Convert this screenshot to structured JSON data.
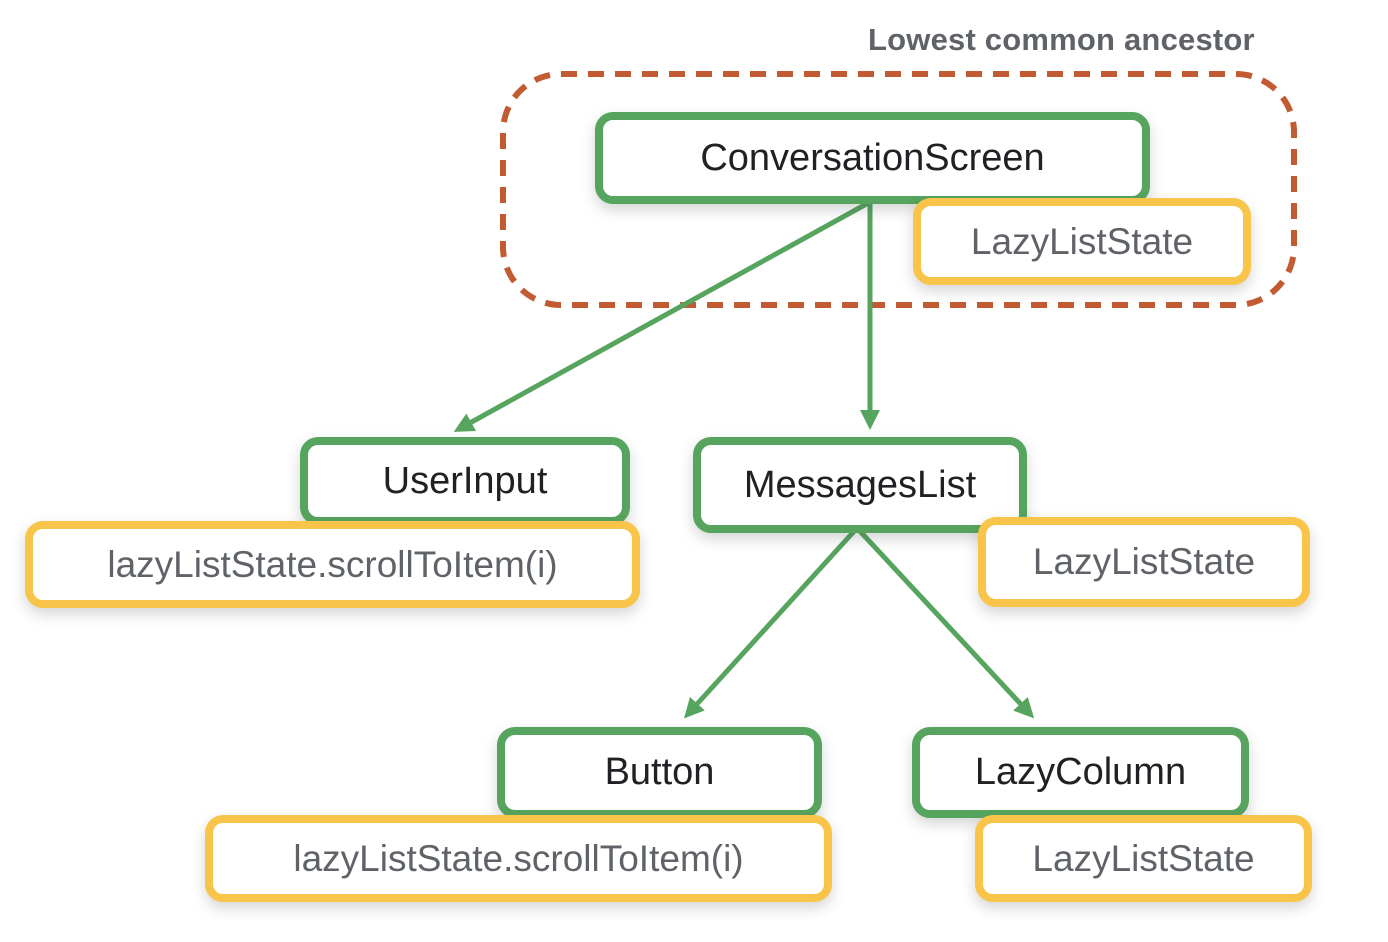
{
  "annotation": {
    "label": "Lowest common ancestor"
  },
  "colors": {
    "green": "#56A45E",
    "yellow": "#F8C54A",
    "orange": "#C25B31",
    "node-text": "#202124",
    "state-text": "#5F6368",
    "title-text": "#5F6368",
    "node-bg": "#FFFFFF"
  },
  "nodes": {
    "conversation_screen": {
      "label": "ConversationScreen",
      "type": "composable"
    },
    "conversation_screen_state": {
      "label": "LazyListState",
      "type": "state"
    },
    "user_input": {
      "label": "UserInput",
      "type": "composable"
    },
    "user_input_state": {
      "label": "lazyListState.scrollToItem(i)",
      "type": "state"
    },
    "messages_list": {
      "label": "MessagesList",
      "type": "composable"
    },
    "messages_list_state": {
      "label": "LazyListState",
      "type": "state"
    },
    "button": {
      "label": "Button",
      "type": "composable"
    },
    "button_state": {
      "label": "lazyListState.scrollToItem(i)",
      "type": "state"
    },
    "lazy_column": {
      "label": "LazyColumn",
      "type": "composable"
    },
    "lazy_column_state": {
      "label": "LazyListState",
      "type": "state"
    }
  },
  "edges": [
    {
      "from": "ConversationScreen",
      "to": "UserInput"
    },
    {
      "from": "ConversationScreen",
      "to": "MessagesList"
    },
    {
      "from": "MessagesList",
      "to": "Button"
    },
    {
      "from": "MessagesList",
      "to": "LazyColumn"
    }
  ]
}
